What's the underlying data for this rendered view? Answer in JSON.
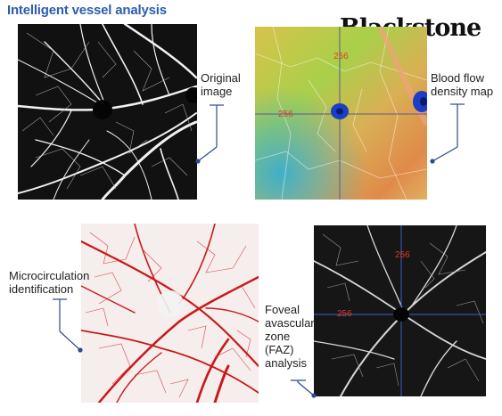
{
  "title": "Intelligent vessel analysis",
  "logo": "Blackstone",
  "labels": {
    "original": [
      "Original",
      "image"
    ],
    "density": [
      "Blood flow",
      "density map"
    ],
    "micro": [
      "Microcirculation",
      "identification"
    ],
    "faz": [
      "Foveal",
      "avascular",
      "zone",
      "(FAZ)",
      "analysis"
    ]
  },
  "marks": {
    "density_top": "256",
    "density_left": "256",
    "faz_top": "256",
    "faz_left": "256"
  },
  "colors": {
    "title": "#2f5db0",
    "leader": "#2c4a8c",
    "microvessel": "#c8191b",
    "crosshair_density": "#5a5a8a",
    "crosshair_faz": "#3f62c8",
    "mark_text": "#e03a2a"
  }
}
